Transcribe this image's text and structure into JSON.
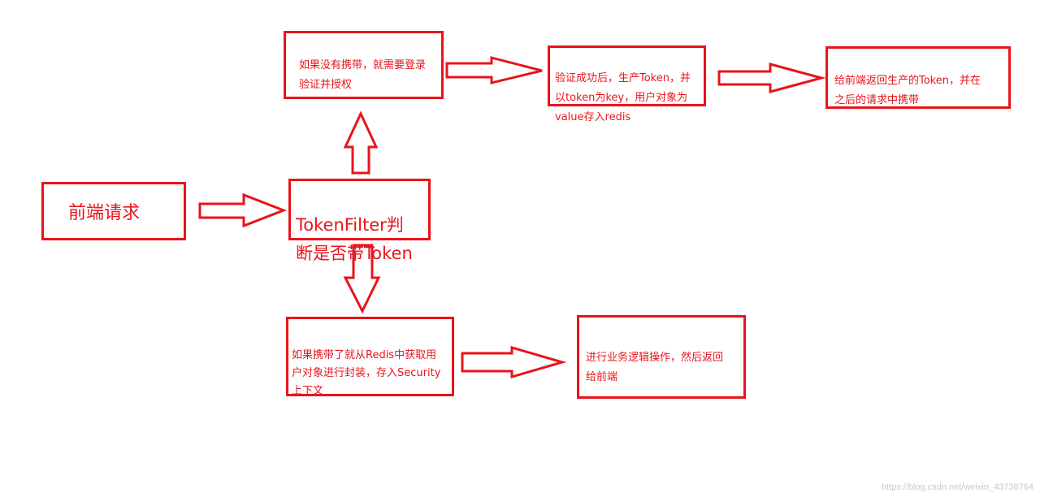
{
  "colors": {
    "accent": "#e8141b"
  },
  "nodes": {
    "frontend_request": "前端请求",
    "token_filter": "TokenFilter判\n断是否带Token",
    "no_token": "如果没有携带，就需要登录\n验证并授权",
    "generate_token": "验证成功后，生产Token，并\n以token为key，用户对象为\nvalue存入redis",
    "return_token": "给前端返回生产的Token，并在\n之后的请求中携带",
    "has_token": "如果携带了就从Redis中获取用\n户对象进行封装，存入Security\n上下文",
    "business_logic": "进行业务逻辑操作，然后返回\n给前端"
  },
  "watermark": "https://blog.csdn.net/weixin_43738764"
}
